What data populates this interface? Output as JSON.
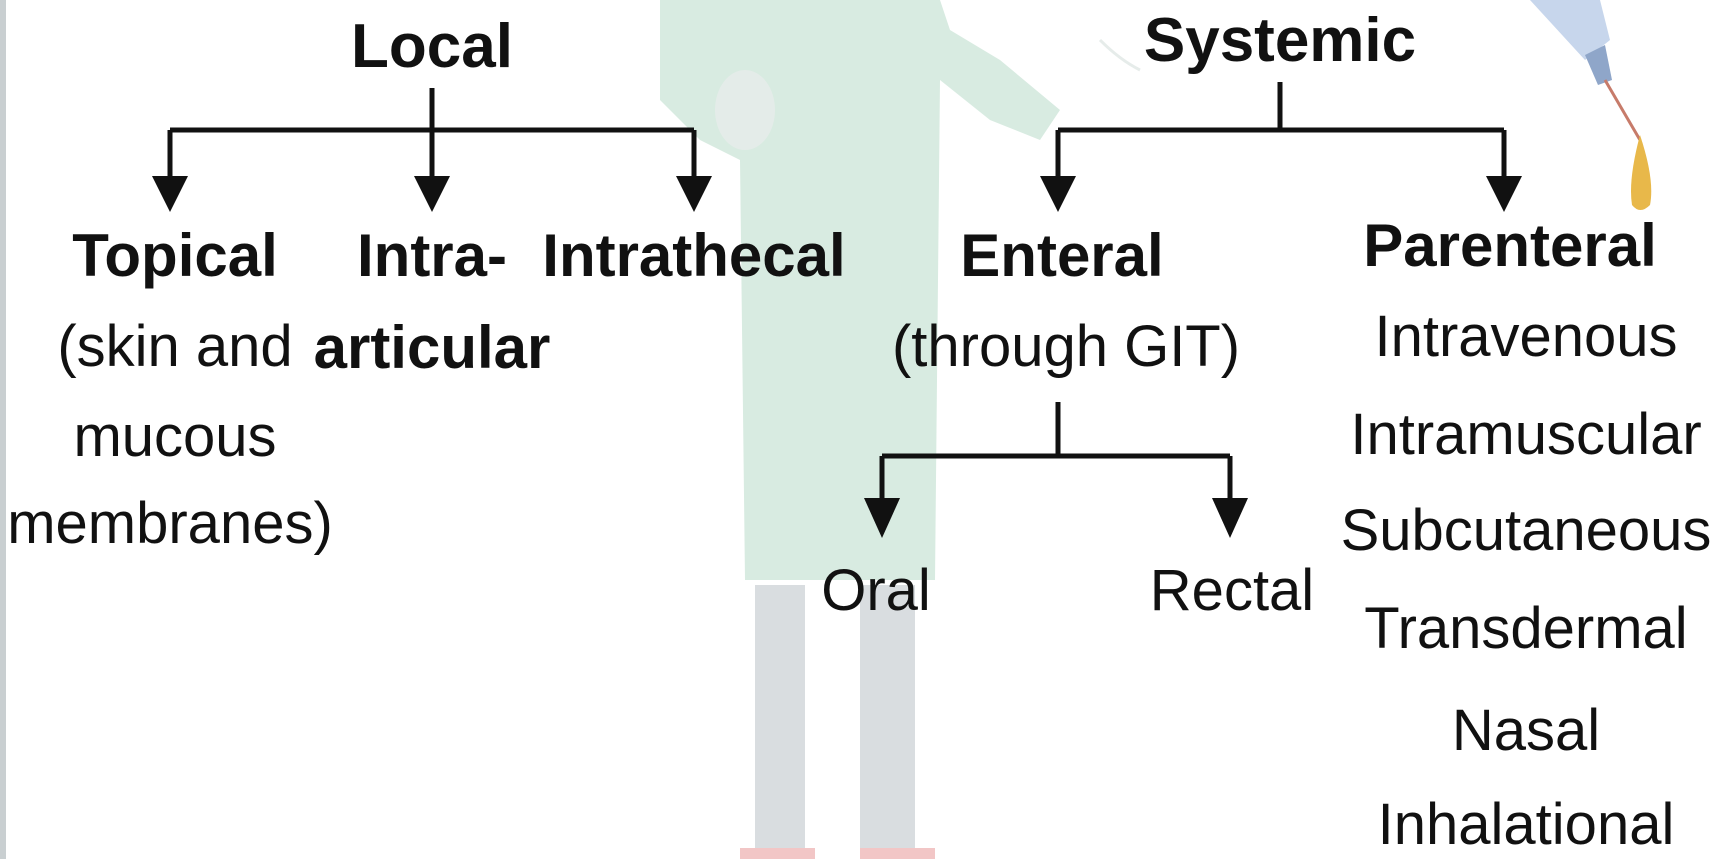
{
  "diagram": {
    "local": {
      "title": "Local",
      "children": [
        {
          "title": "Topical",
          "lines": [
            "(skin and",
            "mucous",
            "membranes)"
          ]
        },
        {
          "title": "Intra-",
          "title2": "articular"
        },
        {
          "title": "Intrathecal"
        }
      ]
    },
    "systemic": {
      "title": "Systemic",
      "enteral": {
        "title": "Enteral",
        "subtitle": "(through GIT)",
        "children": [
          "Oral",
          "Rectal"
        ]
      },
      "parenteral": {
        "title": "Parenteral",
        "items": [
          "Intravenous",
          "Intramuscular",
          "Subcutaneous",
          "Transdermal",
          "Nasal",
          "Inhalational"
        ]
      }
    },
    "colors": {
      "line": "#111111",
      "figure_coat": "#d8ebe1",
      "figure_legs": "#d9dde0",
      "syringe_liquid": "#e8b84a"
    }
  }
}
